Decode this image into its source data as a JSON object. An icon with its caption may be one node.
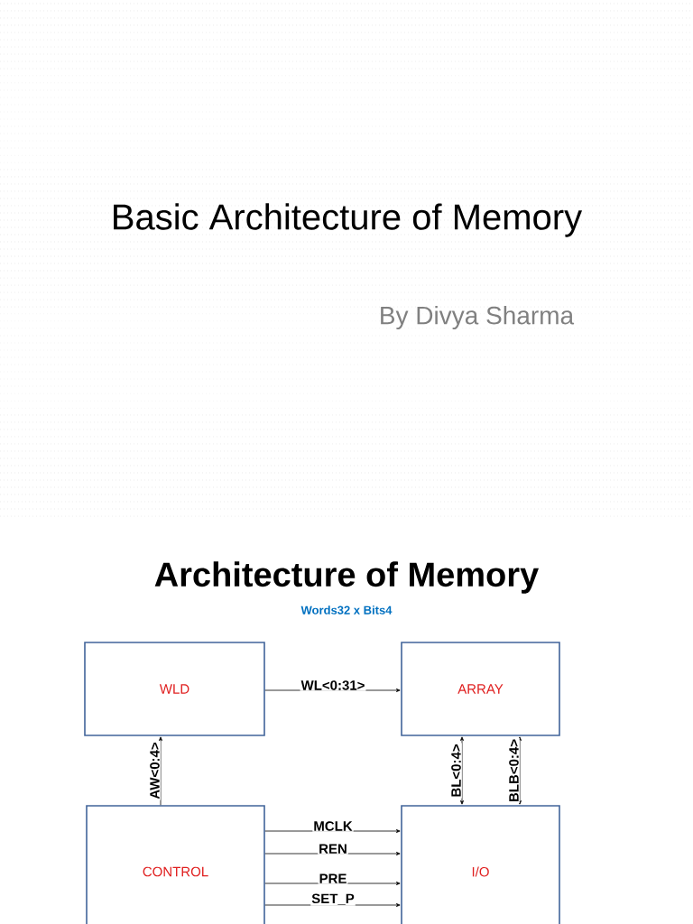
{
  "diagram": {
    "title": "Basic Architecture of Memory",
    "nodes": [
      {
        "text": [
          "WLD"
        ]
      },
      {
        "text": [
          "ARRAY"
        ]
      },
      {
        "text": [
          "CONTROL"
        ]
      },
      {
        "text": [
          "I/O"
        ]
      }
    ],
    "edges": [
      {
        "from": 0,
        "to": 1,
        "arrow": "to",
        "label": "WL<0:31>"
      },
      {
        "from": 2,
        "to": 0,
        "arrow": "to",
        "label": "AW<0:4>"
      },
      {
        "from": 1,
        "to": 3,
        "arrow": "both",
        "label": "BL<0:4>"
      },
      {
        "from": 1,
        "to": 3,
        "arrow": "both",
        "label": "BLB<0:4>"
      },
      {
        "from": 2,
        "to": 3,
        "arrow": "to",
        "label": "MCLK"
      },
      {
        "from": 2,
        "to": 3,
        "arrow": "to",
        "label": "REN"
      },
      {
        "from": 2,
        "to": 3,
        "arrow": "to",
        "label": "PRE"
      },
      {
        "from": 2,
        "to": 3,
        "arrow": "to",
        "label": "SET_P"
      }
    ],
    "labels": [
      "By Divya Sharma",
      "Architecture of Memory",
      "Words32 x Bits4"
    ]
  }
}
